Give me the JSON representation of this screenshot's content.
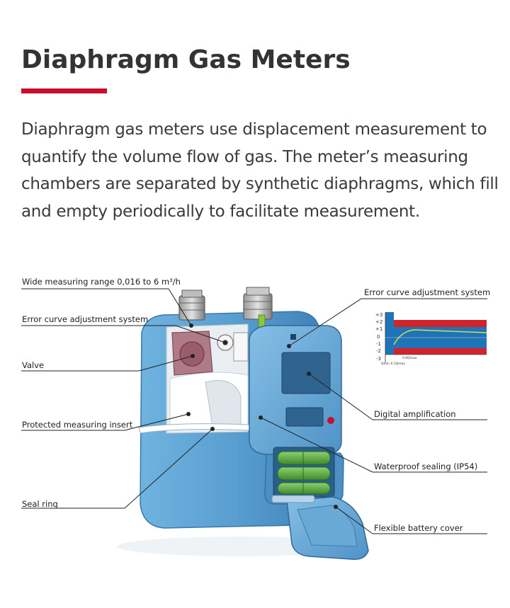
{
  "page": {
    "title": "Diaphragm Gas Meters",
    "intro": "Diaphragm gas meters use displacement measurement to quantify the volume flow of gas. The meter’s measuring chambers are separated by synthetic diaphragms, which fill and empty periodically to facilitate measurement."
  },
  "colors": {
    "accent": "#c8102e",
    "meter_blue": "#5b9fd0",
    "chart_red": "#d2232a",
    "chart_blue": "#1f74b8"
  },
  "diagram": {
    "labels": {
      "wide_range": "Wide measuring range 0,016 to 6 m³/h",
      "error_curve_left": "Error curve adjustment system",
      "valve": "Valve",
      "protected_insert": "Protected measuring insert",
      "seal_ring": "Seal ring",
      "error_curve_right": "Error curve adjustment system",
      "digital_amp": "Digital amplification",
      "waterproof": "Waterproof sealing (IP54)",
      "battery_cover": "Flexible battery cover"
    },
    "mini_chart": {
      "y_ticks": [
        "+3",
        "+2",
        "+1",
        "0",
        "-1",
        "-2",
        "-3"
      ],
      "x_label_left": "Qmin  0.1Qmax",
      "x_label_mid": "0.6Qmax"
    }
  }
}
